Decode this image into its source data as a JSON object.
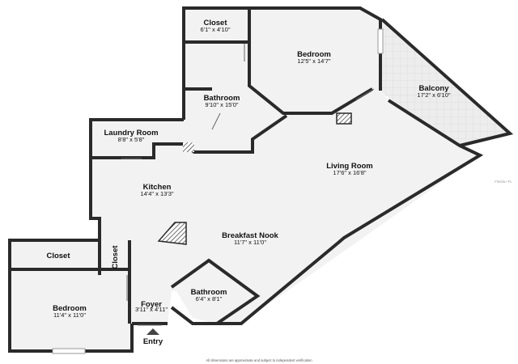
{
  "rooms": {
    "closet_top": {
      "name": "Closet",
      "dims": "6'1\" x 4'10\""
    },
    "bedroom_top": {
      "name": "Bedroom",
      "dims": "12'5\" x 14'7\""
    },
    "balcony": {
      "name": "Balcony",
      "dims": "17'2\" x 6'10\""
    },
    "bathroom_top": {
      "name": "Bathroom",
      "dims": "9'10\" x 15'0\""
    },
    "laundry": {
      "name": "Laundry Room",
      "dims": "8'8\" x 5'8\""
    },
    "living": {
      "name": "Living Room",
      "dims": "17'6\" x 16'8\""
    },
    "kitchen": {
      "name": "Kitchen",
      "dims": "14'4\" x 13'3\""
    },
    "breakfast": {
      "name": "Breakfast Nook",
      "dims": "11'7\" x 11'0\""
    },
    "closet_left": {
      "name": "Closet"
    },
    "closet_small": {
      "name": "Closet"
    },
    "bedroom_left": {
      "name": "Bedroom",
      "dims": "11'4\" x 11'0\""
    },
    "foyer": {
      "name": "Foyer",
      "dims": "3'11\" x 4'11\""
    },
    "bathroom_bottom": {
      "name": "Bathroom",
      "dims": "6'4\" x 8'1\""
    }
  },
  "entry_label": "Entry",
  "disclaimer": "All dimensions are approximate and subject to independent verification",
  "watermark": "Florida • FL"
}
